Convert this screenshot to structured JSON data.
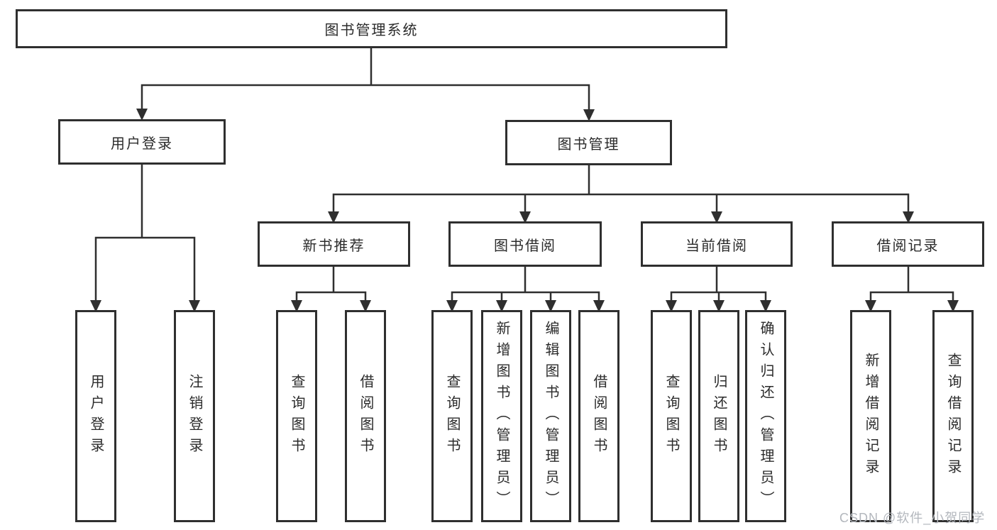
{
  "diagram": {
    "root": {
      "label": "图书管理系统"
    },
    "level2": {
      "user_login": {
        "label": "用户登录"
      },
      "book_management": {
        "label": "图书管理"
      }
    },
    "level3": {
      "new_book_recommend": {
        "label": "新书推荐"
      },
      "book_borrow": {
        "label": "图书借阅"
      },
      "current_borrow": {
        "label": "当前借阅"
      },
      "borrow_records": {
        "label": "借阅记录"
      }
    },
    "leaves": {
      "user_login": {
        "label": "用户登录"
      },
      "logout": {
        "label": "注销登录"
      },
      "rec_query_books": {
        "label": "查询图书"
      },
      "rec_borrow_books": {
        "label": "借阅图书"
      },
      "bb_query_books": {
        "label": "查询图书"
      },
      "bb_add_books": {
        "label": "新增图书（管理员）"
      },
      "bb_edit_books": {
        "label": "编辑图书（管理员）"
      },
      "bb_borrow_books": {
        "label": "借阅图书"
      },
      "cb_query_books": {
        "label": "查询图书"
      },
      "cb_return_books": {
        "label": "归还图书"
      },
      "cb_confirm_return": {
        "label": "确认归还（管理员）"
      },
      "br_add_record": {
        "label": "新增借阅记录"
      },
      "br_query_record": {
        "label": "查询借阅记录"
      }
    }
  },
  "watermark": {
    "text": "CSDN @软件_小贺同学"
  },
  "colors": {
    "line": "#2f2f2f",
    "text": "#2b2b2b",
    "watermark": "#b3b7bd",
    "background": "#ffffff"
  }
}
